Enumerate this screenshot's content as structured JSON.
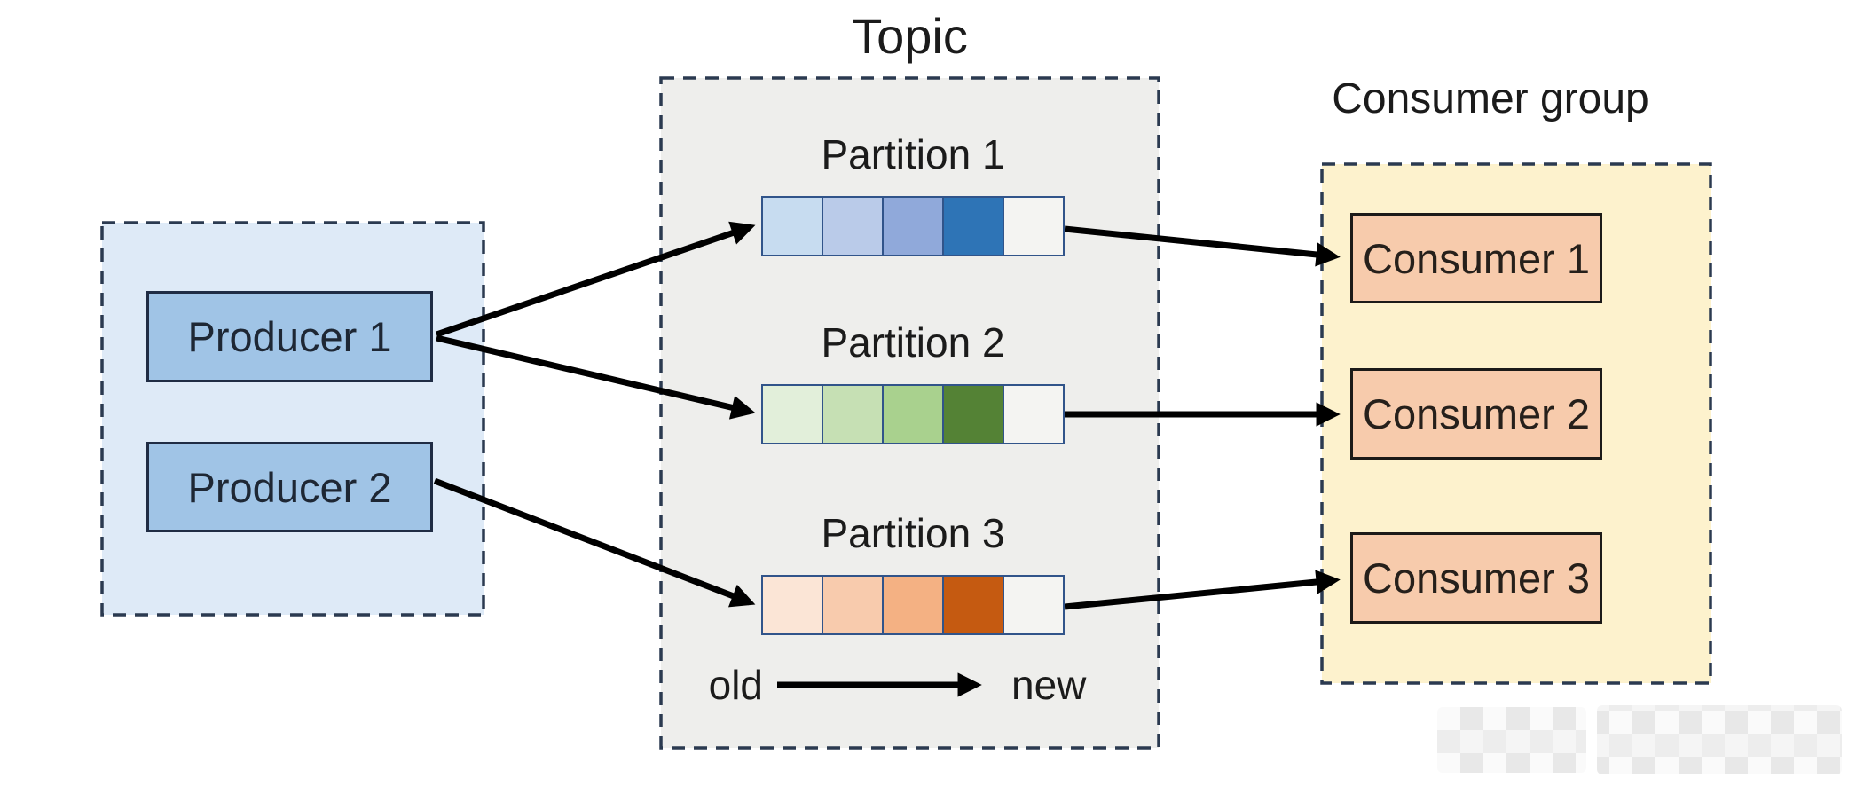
{
  "producers_panel": {
    "fill": "#DEEAF7",
    "border_color": "#2b3a50",
    "box_fill": "#A0C4E6",
    "boxes": [
      {
        "label": "Producer 1"
      },
      {
        "label": "Producer 2"
      }
    ]
  },
  "topic_panel": {
    "title": "Topic",
    "fill": "#EEEEEC",
    "border_color": "#2b3a50",
    "partitions": [
      {
        "label": "Partition 1",
        "cells": [
          "#C7DCF0",
          "#BACBE9",
          "#90A9DA",
          "#2E74B6",
          "#F4F4F2"
        ]
      },
      {
        "label": "Partition 2",
        "cells": [
          "#E2EFDA",
          "#C6E0B4",
          "#A9D18E",
          "#548235",
          "#F4F4F2"
        ]
      },
      {
        "label": "Partition 3",
        "cells": [
          "#FBE5D6",
          "#F8CBAD",
          "#F4B183",
          "#C55A11",
          "#F4F4F2"
        ]
      }
    ],
    "legend": {
      "old_label": "old",
      "new_label": "new"
    }
  },
  "consumer_panel": {
    "title": "Consumer group",
    "fill": "#FDF2CD",
    "border_color": "#2b3a50",
    "box_fill": "#F7CBAC",
    "boxes": [
      {
        "label": "Consumer 1"
      },
      {
        "label": "Consumer 2"
      },
      {
        "label": "Consumer 3"
      }
    ]
  },
  "arrows": {
    "color": "#000000"
  }
}
